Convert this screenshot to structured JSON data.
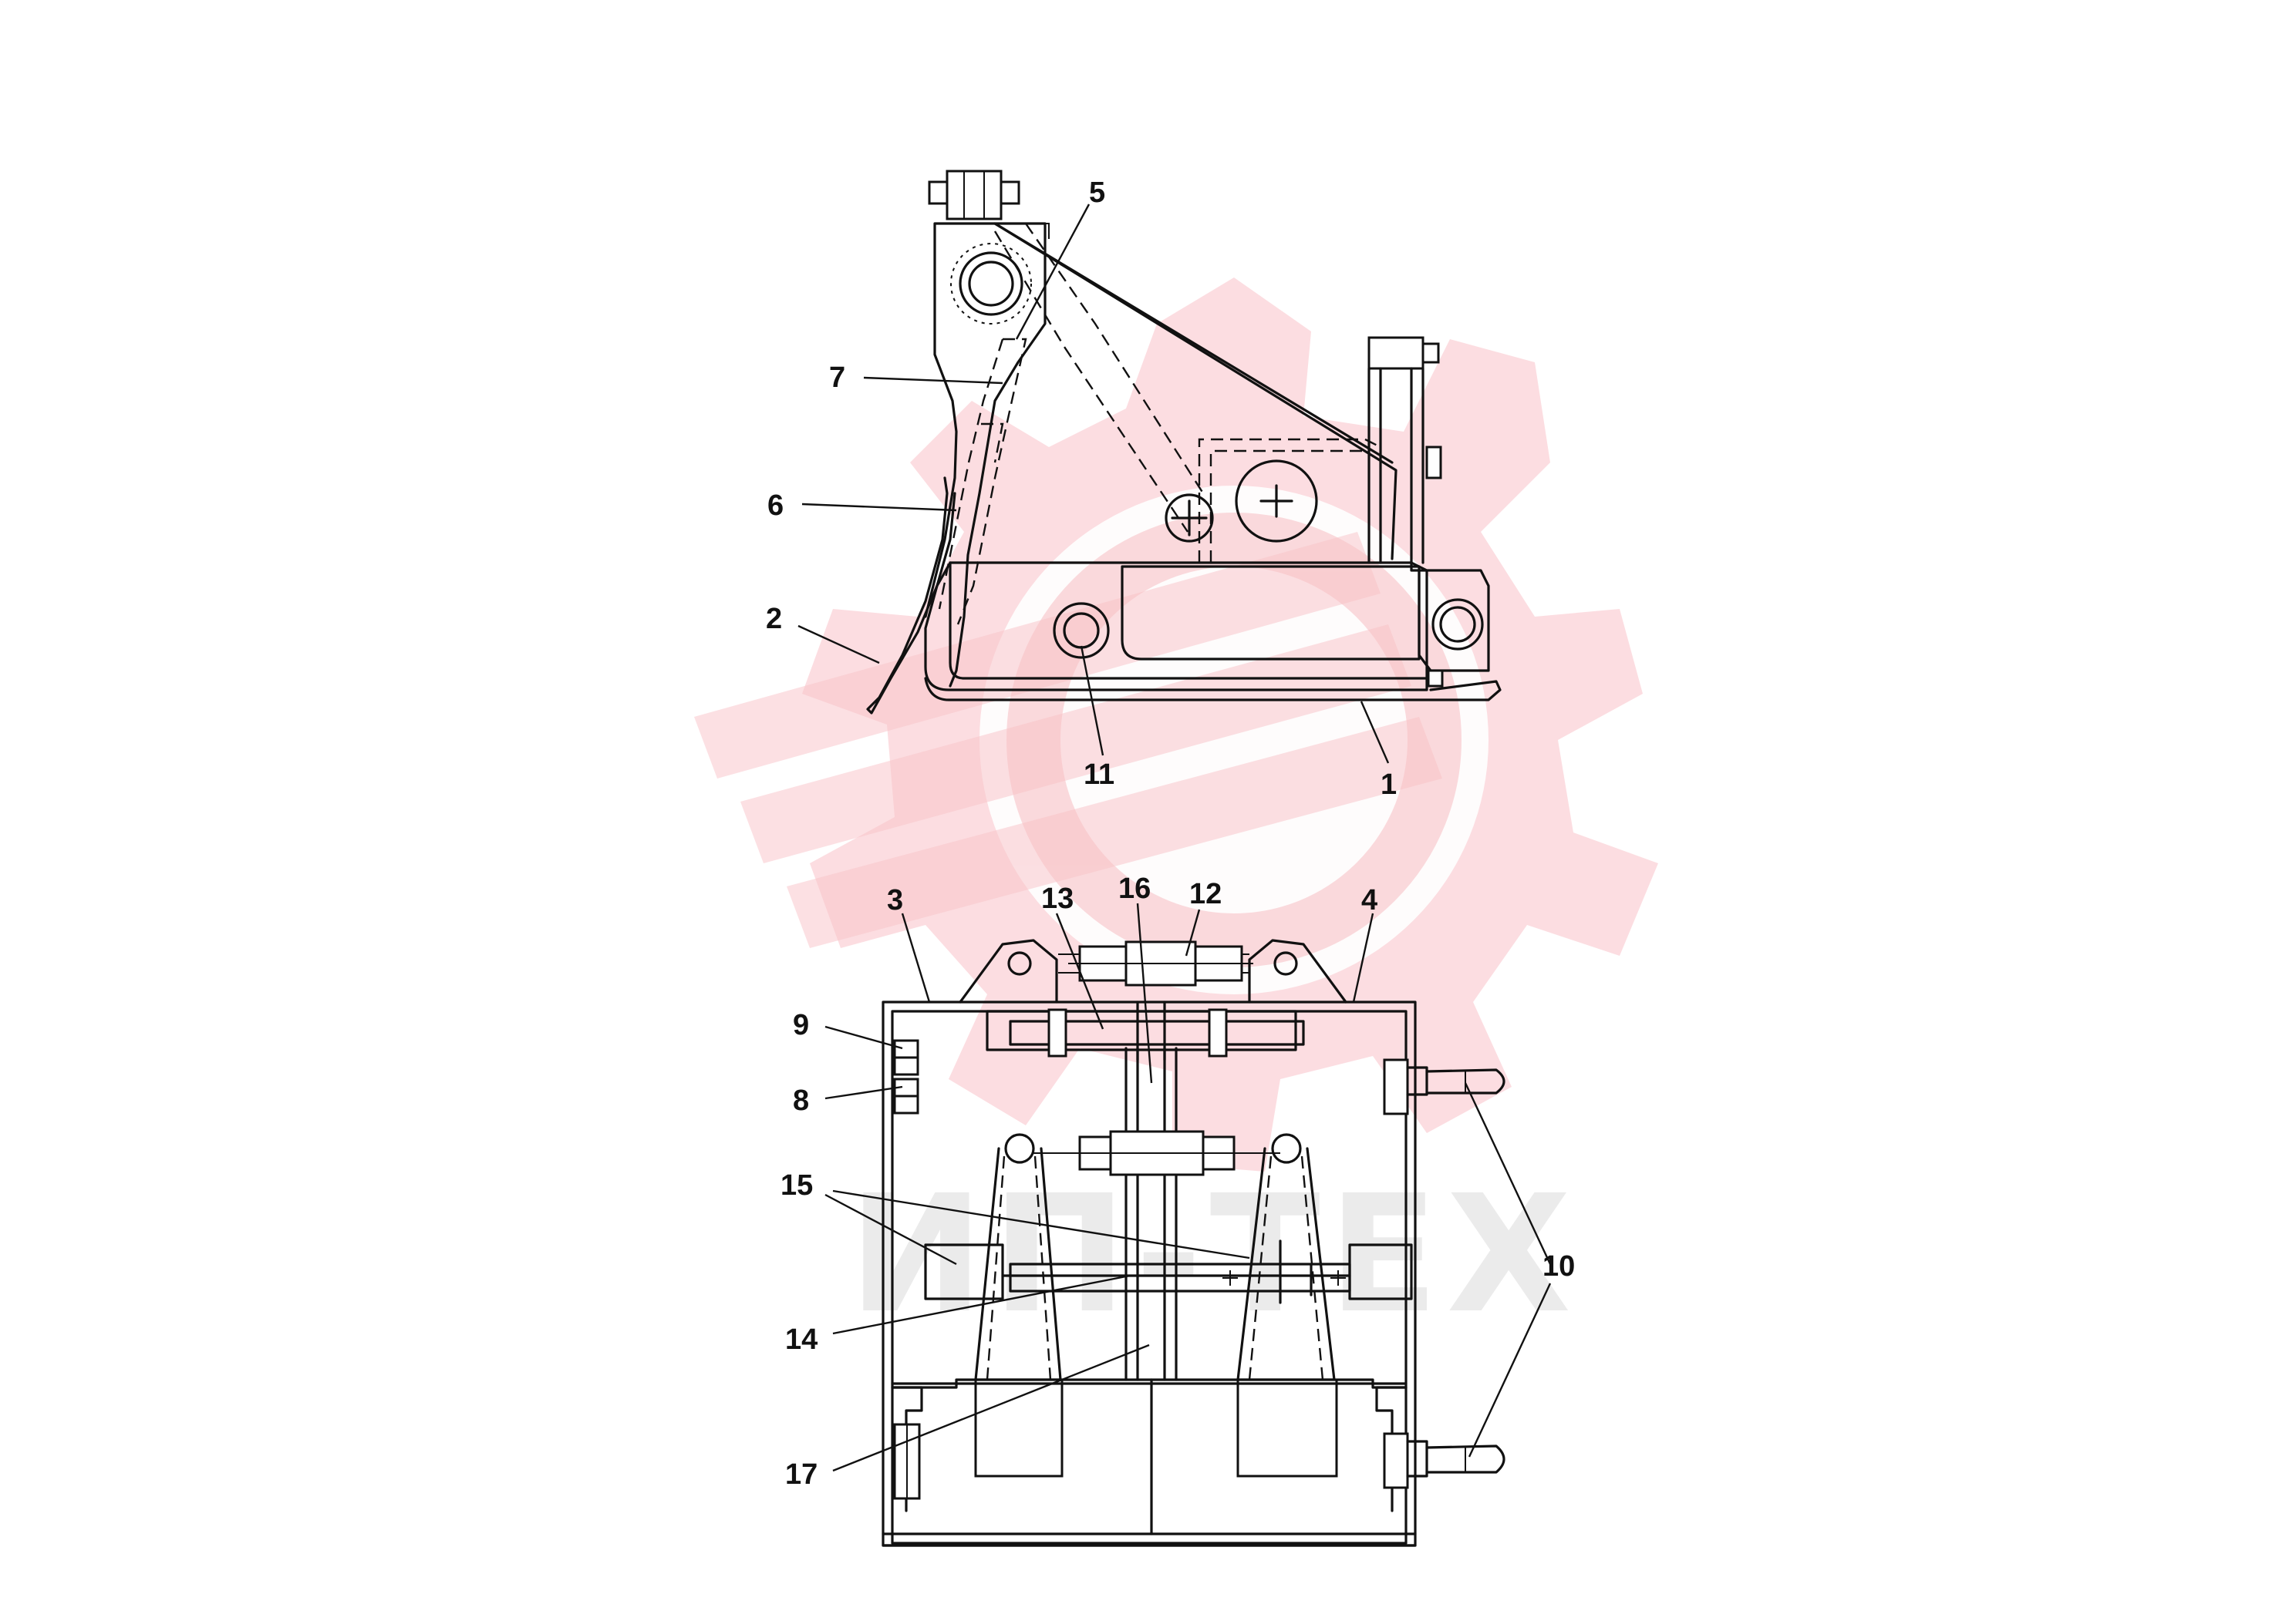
{
  "watermark": {
    "text": "ИП-ТЕХ",
    "color": "#f7b7bd"
  },
  "callouts": {
    "c1": "1",
    "c2": "2",
    "c3": "3",
    "c4": "4",
    "c5": "5",
    "c6": "6",
    "c7": "7",
    "c8": "8",
    "c9": "9",
    "c10": "10",
    "c11": "11",
    "c12": "12",
    "c13": "13",
    "c14": "14",
    "c15": "15",
    "c16": "16",
    "c17": "17"
  },
  "colors": {
    "line": "#111111",
    "background": "#ffffff"
  }
}
